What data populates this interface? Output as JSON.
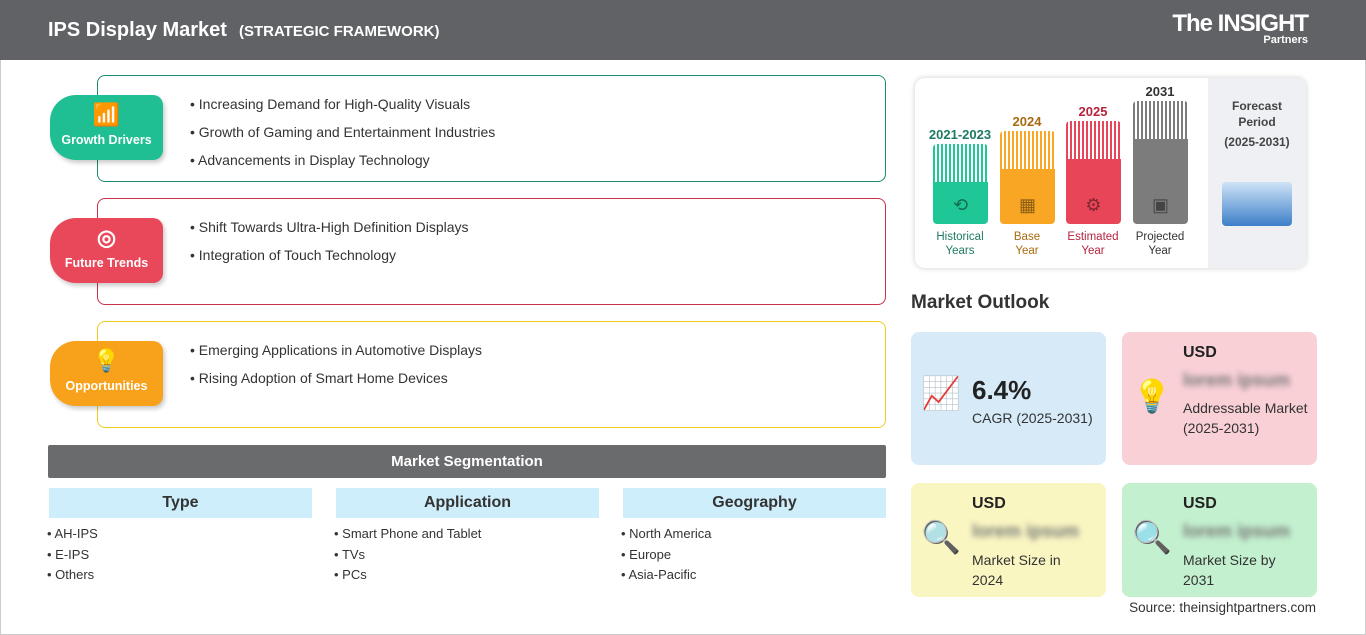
{
  "header": {
    "title": "IPS Display Market",
    "subtitle": "(STRATEGIC FRAMEWORK)",
    "logo_top": "The INSIGHT",
    "logo_bottom": "Partners"
  },
  "sections": [
    {
      "label": "Growth Drivers",
      "color": "#1fbf93",
      "border": "#1f8a70",
      "icon": "growth-chart-icon",
      "items": [
        "Increasing Demand for High-Quality Visuals",
        "Growth of Gaming and Entertainment Industries",
        "Advancements in Display Technology"
      ]
    },
    {
      "label": "Future Trends",
      "color": "#e8485a",
      "border": "#c8314a",
      "icon": "target-icon",
      "items": [
        "Shift Towards Ultra-High Definition Displays",
        "Integration of Touch Technology"
      ]
    },
    {
      "label": "Opportunities",
      "color": "#f8a11b",
      "border": "#f0cc1a",
      "icon": "lightbulb-hand-icon",
      "items": [
        "Emerging Applications in Automotive Displays",
        "Rising Adoption of Smart Home Devices"
      ]
    }
  ],
  "segmentation": {
    "title": "Market Segmentation",
    "columns": [
      {
        "header": "Type",
        "items": [
          "AH-IPS",
          "E-IPS",
          "Others"
        ]
      },
      {
        "header": "Application",
        "items": [
          "Smart Phone and Tablet",
          "TVs",
          "PCs"
        ]
      },
      {
        "header": "Geography",
        "items": [
          "North America",
          "Europe",
          "Asia-Pacific"
        ]
      }
    ]
  },
  "timeline": {
    "bars": [
      {
        "year": "2021-2023",
        "label1": "Historical",
        "label2": "Years",
        "color": "#1fc797",
        "text_color": "#1f7a62",
        "icon": "history-clock-icon"
      },
      {
        "year": "2024",
        "label1": "Base",
        "label2": "Year",
        "color": "#f8a623",
        "text_color": "#a86a12",
        "icon": "calendar-icon"
      },
      {
        "year": "2025",
        "label1": "Estimated",
        "label2": "Year",
        "color": "#e84559",
        "text_color": "#b5233d",
        "icon": "settings-chart-icon"
      },
      {
        "year": "2031",
        "label1": "Projected",
        "label2": "Year",
        "color": "#7c7c7c",
        "text_color": "#333333",
        "icon": "presentation-icon"
      }
    ],
    "forecast_l1": "Forecast",
    "forecast_l2": "Period",
    "forecast_l3": "(2025-2031)"
  },
  "outlook": {
    "title": "Market Outlook",
    "cagr": {
      "value": "6.4%",
      "label": "CAGR (2025-2031)"
    },
    "addressable": {
      "currency": "USD",
      "value": "lorem ipsum",
      "label": "Addressable Market (2025-2031)"
    },
    "size2024": {
      "currency": "USD",
      "value": "lorem ipsum",
      "label": "Market Size in 2024"
    },
    "size2031": {
      "currency": "USD",
      "value": "lorem ipsum",
      "label": "Market Size by 2031"
    }
  },
  "source": "Source: theinsightpartners.com"
}
